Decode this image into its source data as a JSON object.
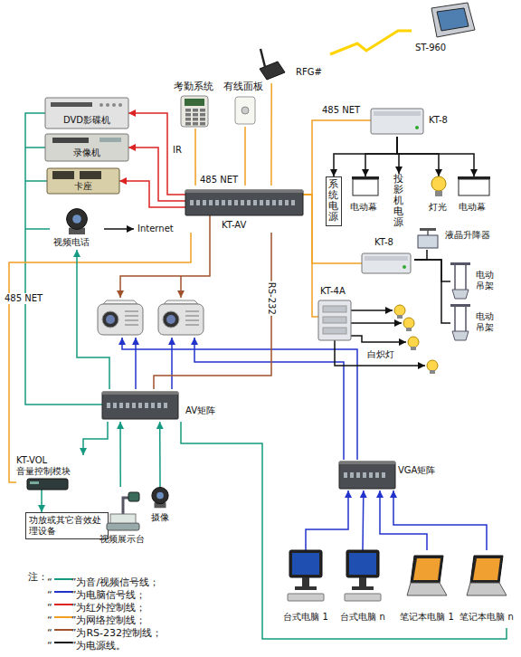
{
  "diagram": {
    "nodes": [
      {
        "text": [
          "ST-960"
        ]
      },
      {
        "text": [
          "RFG#"
        ]
      },
      {
        "text": [
          "考勤系统"
        ]
      },
      {
        "text": [
          "有线面板"
        ]
      },
      {
        "text": [
          "DVD影碟机"
        ]
      },
      {
        "text": [
          "录像机"
        ]
      },
      {
        "text": [
          "卡座"
        ]
      },
      {
        "text": [
          "视频电话"
        ]
      },
      {
        "text": [
          "KT-AV"
        ]
      },
      {
        "text": [
          "KT-8"
        ]
      },
      {
        "text": [
          "系统电源"
        ]
      },
      {
        "text": [
          "电动幕"
        ]
      },
      {
        "text": [
          "投影机电源"
        ]
      },
      {
        "text": [
          "灯光"
        ]
      },
      {
        "text": [
          "电动幕"
        ]
      },
      {
        "text": [
          "KT-8"
        ]
      },
      {
        "text": [
          "液晶升降器"
        ]
      },
      {
        "text": [
          "电动吊架"
        ]
      },
      {
        "text": [
          "电动吊架"
        ]
      },
      {
        "text": [
          "KT-4A"
        ]
      },
      {
        "text": [
          "AV矩阵"
        ]
      },
      {
        "text": [
          "VGA矩阵"
        ]
      },
      {
        "text": [
          "KT-VOL",
          "音量控制模块"
        ]
      },
      {
        "text": [
          "功放或其它音效处理设备"
        ]
      },
      {
        "text": [
          "视频展示台"
        ]
      },
      {
        "text": [
          "摄像"
        ]
      },
      {
        "text": [
          "台式电脑 1"
        ]
      },
      {
        "text": [
          "台式电脑 n"
        ]
      },
      {
        "text": [
          "笔记本电脑 1"
        ]
      },
      {
        "text": [
          "笔记本电脑 n"
        ]
      }
    ],
    "edges": [
      {
        "from": 1,
        "to": 0,
        "arrow": "none"
      },
      {
        "from": 8,
        "to": 1,
        "arrow": "none"
      },
      {
        "from": 8,
        "to": 2,
        "arrow": "none"
      },
      {
        "from": 8,
        "to": 3,
        "arrow": "none"
      },
      {
        "from": 8,
        "to": 4,
        "arrow": "to"
      },
      {
        "from": 8,
        "to": 5,
        "arrow": "to"
      },
      {
        "from": 8,
        "to": 6,
        "arrow": "to"
      },
      {
        "from": 8,
        "to": 9,
        "label": "485 NET",
        "arrow": "none"
      },
      {
        "from": 8,
        "to": 15,
        "arrow": "none"
      },
      {
        "from": 8,
        "to": 19,
        "arrow": "none"
      },
      {
        "from": 9,
        "to": 10,
        "arrow": "to"
      },
      {
        "from": 9,
        "to": 11,
        "arrow": "to"
      },
      {
        "from": 9,
        "to": 12,
        "arrow": "to"
      },
      {
        "from": 9,
        "to": 13,
        "arrow": "to"
      },
      {
        "from": 9,
        "to": 14,
        "arrow": "to"
      },
      {
        "from": 15,
        "to": 16,
        "arrow": "none"
      },
      {
        "from": 15,
        "to": 17,
        "arrow": "none"
      },
      {
        "from": 15,
        "to": 18,
        "arrow": "none"
      },
      {
        "from": 8,
        "to": 20,
        "label": "RS-232",
        "arrow": "none"
      },
      {
        "from": 8,
        "to": 22,
        "label": "485 NET",
        "arrow": "none"
      },
      {
        "from": 20,
        "to": 7,
        "arrow": "to"
      },
      {
        "from": 20,
        "to": 22,
        "arrow": "to"
      },
      {
        "from": 22,
        "to": 23,
        "arrow": "to"
      },
      {
        "from": 24,
        "to": 20,
        "arrow": "to"
      },
      {
        "from": 25,
        "to": 20,
        "arrow": "to"
      },
      {
        "from": 26,
        "to": 21,
        "arrow": "to"
      },
      {
        "from": 27,
        "to": 21,
        "arrow": "to"
      },
      {
        "from": 28,
        "to": 21,
        "arrow": "to"
      },
      {
        "from": 29,
        "to": 21,
        "arrow": "to"
      }
    ],
    "labels": [
      "485 NET",
      "IR",
      "Internet",
      "白炽灯",
      "注："
    ],
    "legend": [
      {
        "text": "“      ”为音/视频信号线；"
      },
      {
        "text": "“      ”为电脑信号线；"
      },
      {
        "text": "“      ”为红外控制线；"
      },
      {
        "text": "“      ”为网络控制线；"
      },
      {
        "text": "“      ”为RS-232控制线；"
      },
      {
        "text": "“      ”为电源线。"
      }
    ]
  }
}
